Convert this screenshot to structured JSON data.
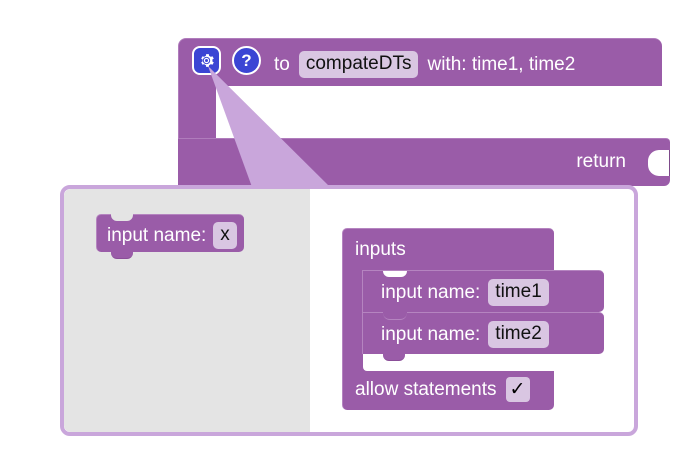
{
  "workspace": {
    "procedure_block": {
      "gear_icon": "gear-icon",
      "help_icon": "?",
      "to_label": "to",
      "name_field": "compateDTs",
      "with_label": "with: time1, time2",
      "return_label": "return"
    },
    "mutator_bubble": {
      "flyout": {
        "blocks": [
          {
            "label": "input name:",
            "value": "x"
          }
        ]
      },
      "container_block": {
        "title": "inputs",
        "children": [
          {
            "label": "input name:",
            "value": "time1"
          },
          {
            "label": "input name:",
            "value": "time2"
          }
        ],
        "allow_statements": {
          "label": "allow statements",
          "checked_glyph": "✓"
        }
      }
    }
  },
  "colors": {
    "block_purple": "#9a5ca8",
    "block_highlight": "#b584c0",
    "field_lavender": "#d9c6e2",
    "bubble_border": "#c9a6db",
    "flyout_gray": "#e4e4e4",
    "icon_blue": "#3b45d4",
    "text_white": "#ffffff",
    "text_black": "#111111",
    "canvas_white": "#ffffff"
  }
}
